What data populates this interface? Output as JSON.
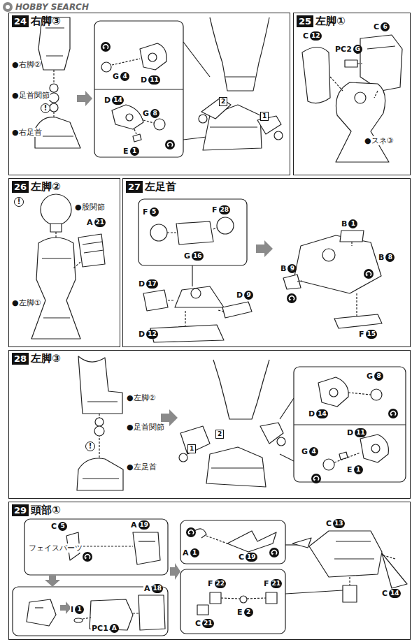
{
  "diagram": {
    "nodes": [
      {
        "text": [
          "24",
          "右脚③"
        ]
      },
      {
        "text": [
          "25",
          "左脚①"
        ]
      },
      {
        "text": [
          "26",
          "左脚②"
        ]
      },
      {
        "text": [
          "27",
          "左足首"
        ]
      },
      {
        "text": [
          "28",
          "左脚③"
        ]
      },
      {
        "text": [
          "29",
          "頭部①"
        ]
      }
    ],
    "labels": [
      "HOBBY SEARCH",
      "●右脚②",
      "●足首関節",
      "!",
      "●右足首",
      "G",
      "4",
      "D",
      "11",
      "D",
      "14",
      "G",
      "8",
      "E",
      "1",
      "2",
      "1",
      "C",
      "6",
      "C",
      "12",
      "PC2",
      "G",
      "●スネ③",
      "!",
      "●股関節",
      "A",
      "21",
      "●左脚①",
      "F",
      "5",
      "F",
      "28",
      "G",
      "16",
      "D",
      "17",
      "D",
      "9",
      "D",
      "12",
      "B",
      "1",
      "B",
      "8",
      "B",
      "9",
      "F",
      "15",
      "●左脚②",
      "●足首関節",
      "!",
      "●左足首",
      "2",
      "1",
      "G",
      "8",
      "D",
      "14",
      "D",
      "11",
      "G",
      "4",
      "E",
      "1",
      "C",
      "5",
      "フェイスパーツ",
      "A",
      "19",
      "I",
      "1",
      "PC1",
      "A",
      "A",
      "18",
      "A",
      "1",
      "C",
      "19",
      "C",
      "13",
      "C",
      "14",
      "F",
      "22",
      "F",
      "21",
      "C",
      "21",
      "E",
      "2"
    ]
  }
}
